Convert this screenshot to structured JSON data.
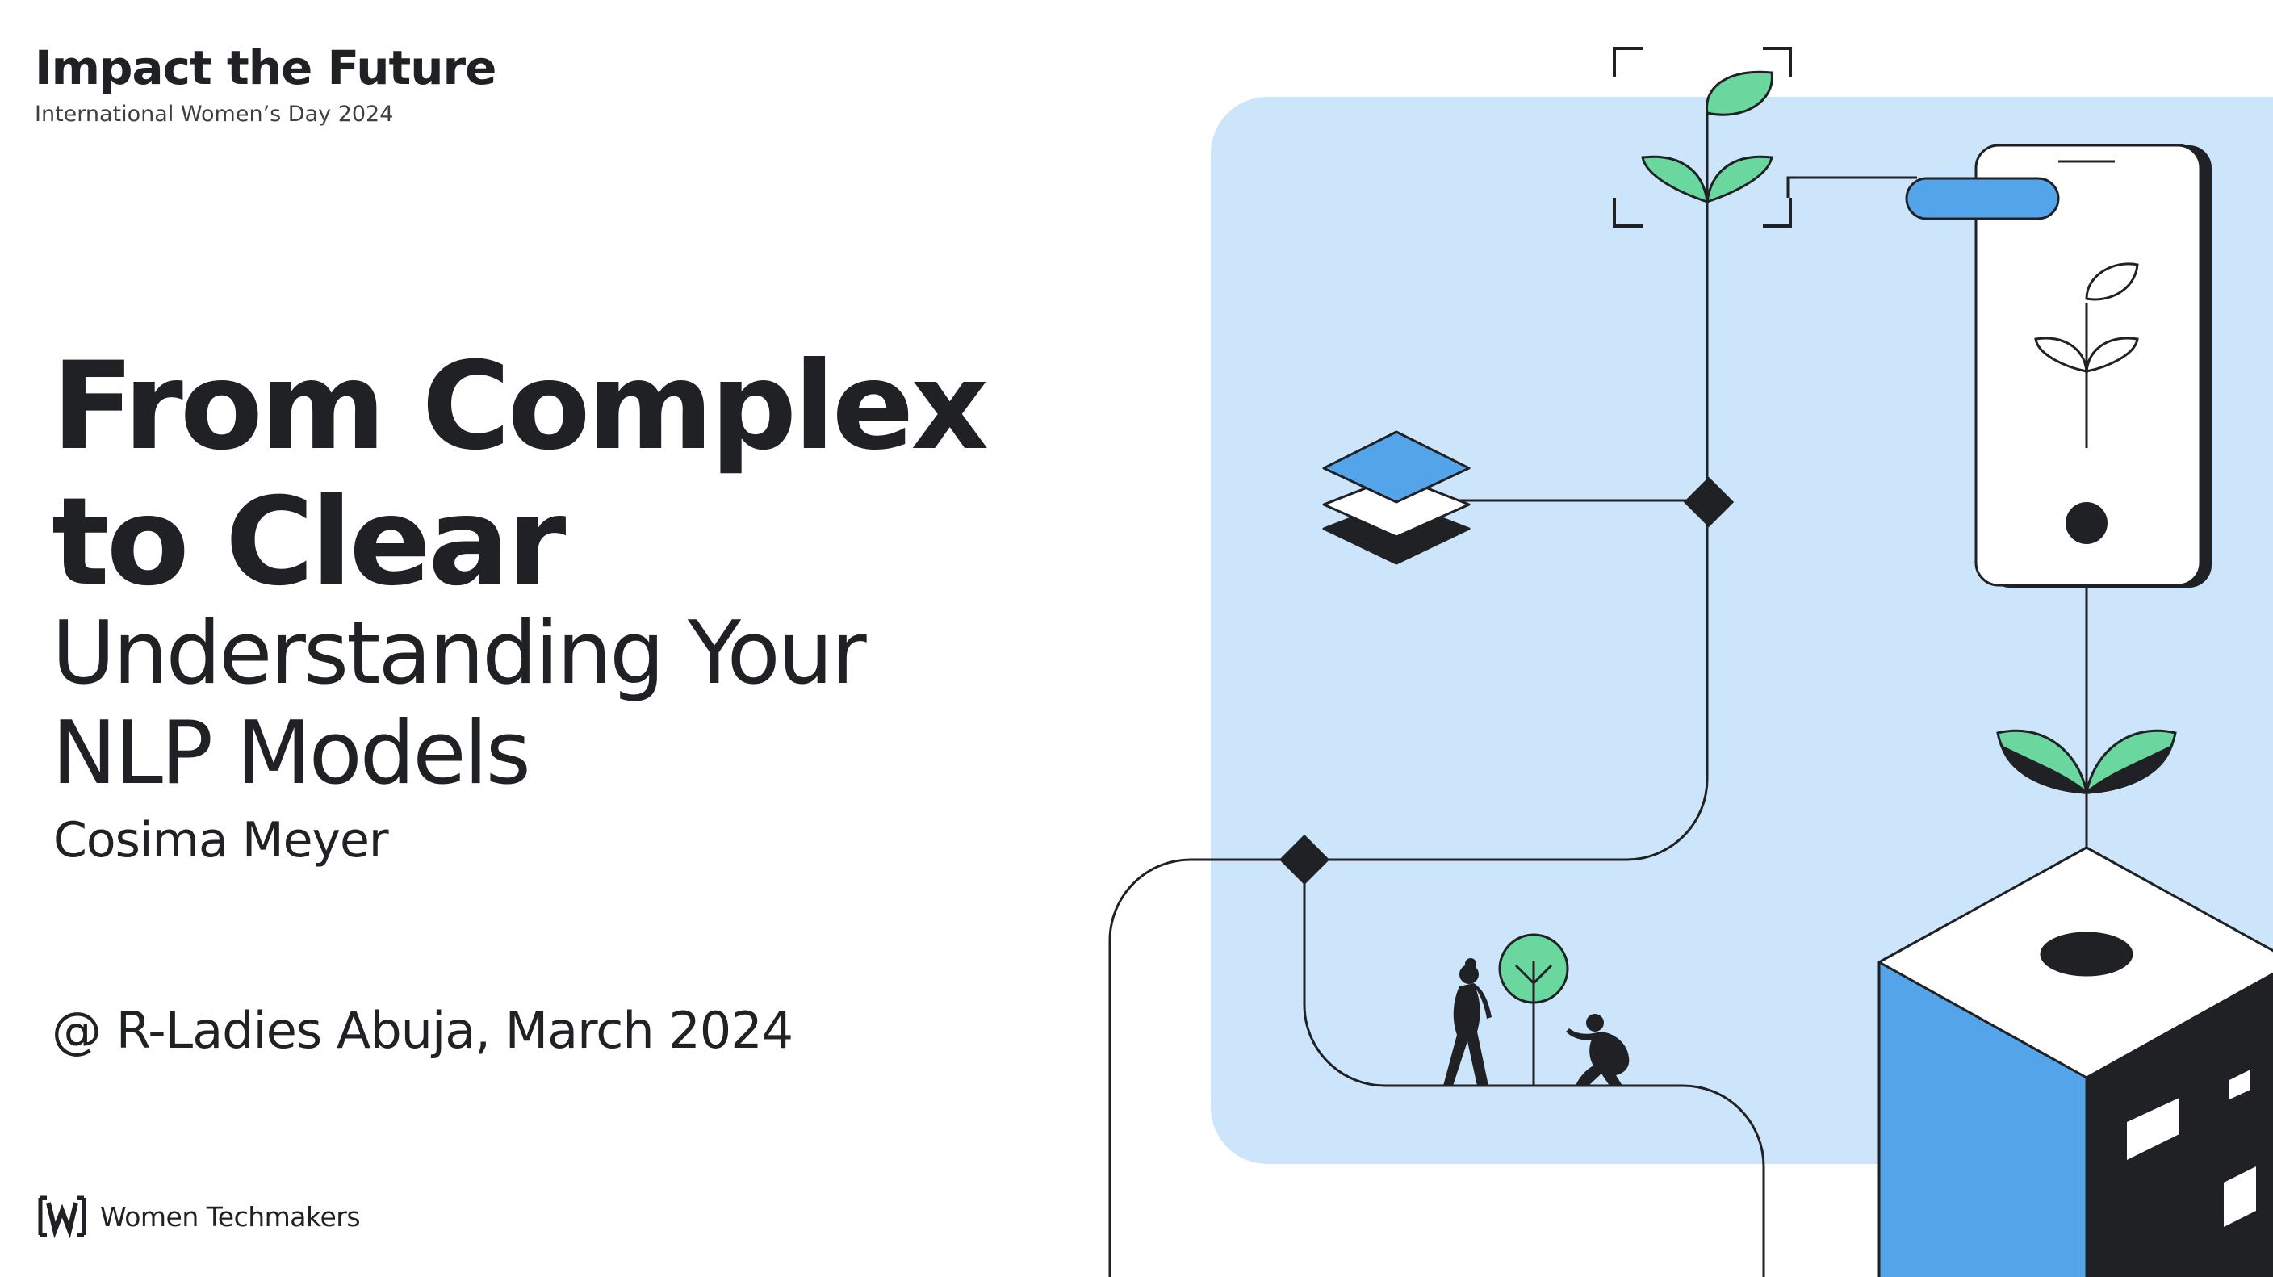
{
  "header": {
    "title": "Impact the Future",
    "subtitle": "International Women’s Day 2024"
  },
  "main": {
    "title": "From Complex to Clear",
    "subtitle": "Understanding Your NLP Models",
    "author": "Cosima Meyer",
    "event": "@ R-Ladies Abuja, March 2024"
  },
  "footer": {
    "brand_name": "Women Techmakers",
    "logo_icon": "women-techmakers-logo-icon"
  },
  "colors": {
    "panel_blue": "#cce5fa",
    "accent_blue": "#54a4ea",
    "leaf_green": "#6ad79f",
    "ink": "#202124"
  }
}
